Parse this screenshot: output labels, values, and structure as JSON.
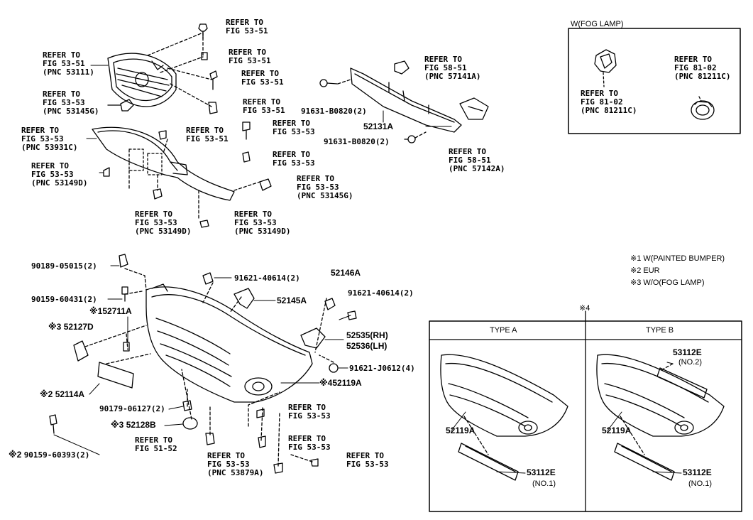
{
  "refs": {
    "refer_to": "REFER TO",
    "fig_53_51": "FIG 53-51",
    "fig_53_53": "FIG 53-53",
    "fig_58_51": "FIG 58-51",
    "fig_81_02": "FIG 81-02",
    "fig_51_52": "FIG 51-52",
    "pnc_53111": "(PNC 53111)",
    "pnc_53145g": "(PNC 53145G)",
    "pnc_53931c": "(PNC 53931C)",
    "pnc_53149d": "(PNC 53149D)",
    "pnc_57141a": "(PNC 57141A)",
    "pnc_57142a": "(PNC 57142A)",
    "pnc_81211c": "(PNC 81211C)",
    "pnc_53879a": "(PNC 53879A)"
  },
  "parts": {
    "p52131a": "52131A",
    "p91631_a": "91631-B0820(2)",
    "p91631_b": "91631-B0820(2)",
    "p90189": "90189-05015(2)",
    "p90159_60431": "90159-60431(2)",
    "p52711a": "52711A",
    "p52127d": "52127D",
    "p52114a": "52114A",
    "p90179": "90179-06127(2)",
    "p52128b": "52128B",
    "p90159_60393": "90159-60393(2)",
    "p91621_40614_a": "91621-40614(2)",
    "p52146a": "52146A",
    "p52145a": "52145A",
    "p91621_40614_b": "91621-40614(2)",
    "p52535": "52535(RH)",
    "p52536": "52536(LH)",
    "p91621_j0612": "91621-J0612(4)",
    "p52119a": "52119A",
    "p53112e": "53112E"
  },
  "marks": {
    "m1": "※1",
    "m2": "※2",
    "m3": "※3",
    "m4": "※4"
  },
  "fog": {
    "title": "W(FOG LAMP)"
  },
  "notes": {
    "n1": "※1 W(PAINTED BUMPER)",
    "n2": "※2 EUR",
    "n3": "※3 W/O(FOG LAMP)"
  },
  "types": {
    "type_a": "TYPE A",
    "type_b": "TYPE B",
    "no1": "(NO.1)",
    "no2": "(NO.2)"
  }
}
